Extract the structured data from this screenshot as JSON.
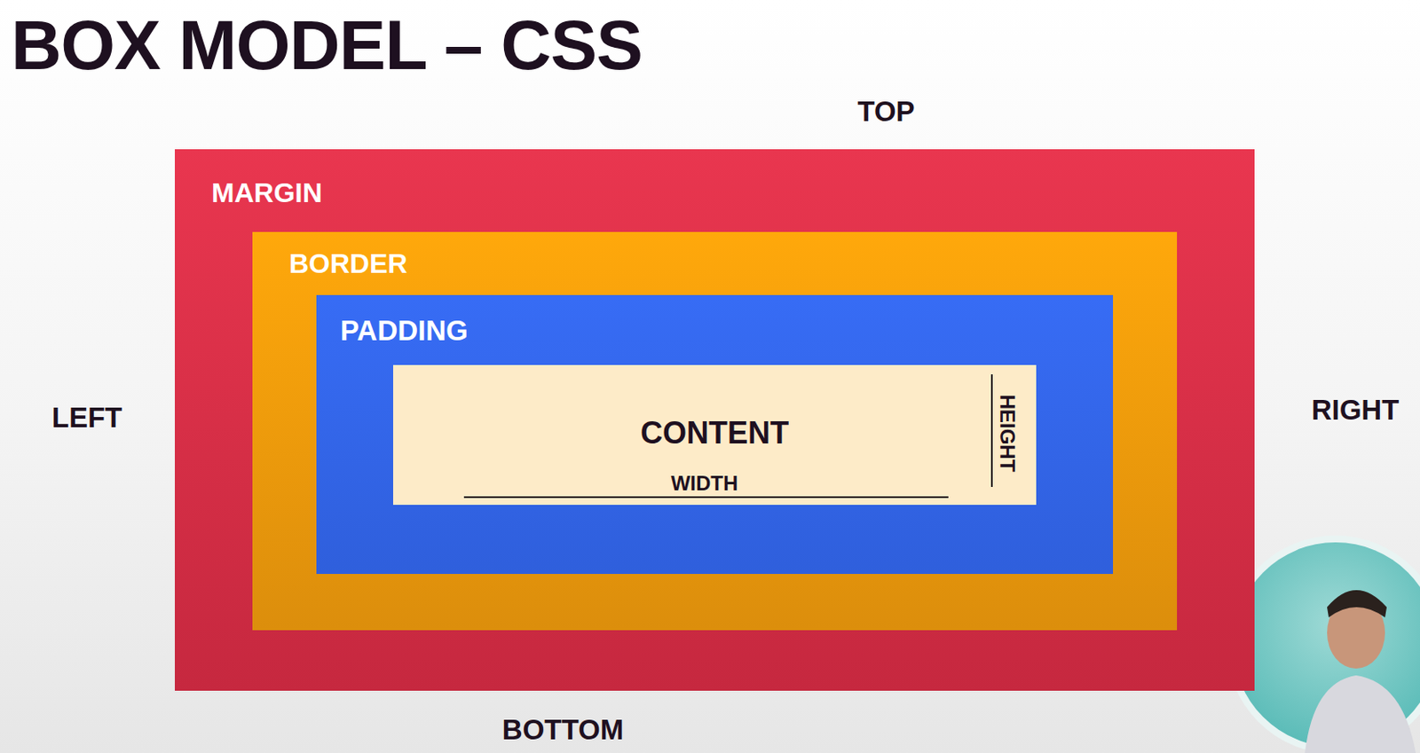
{
  "diagram": {
    "title": "BOX MODEL – CSS",
    "nodes": [
      {
        "text": [
          "MARGIN"
        ]
      },
      {
        "text": [
          "BORDER"
        ],
        "in": 0
      },
      {
        "text": [
          "PADDING"
        ],
        "in": 1
      },
      {
        "text": [
          "CONTENT",
          "WIDTH",
          "HEIGHT"
        ],
        "in": 2
      }
    ],
    "labels": [
      "TOP",
      "LEFT",
      "RIGHT",
      "BOTTOM"
    ]
  }
}
